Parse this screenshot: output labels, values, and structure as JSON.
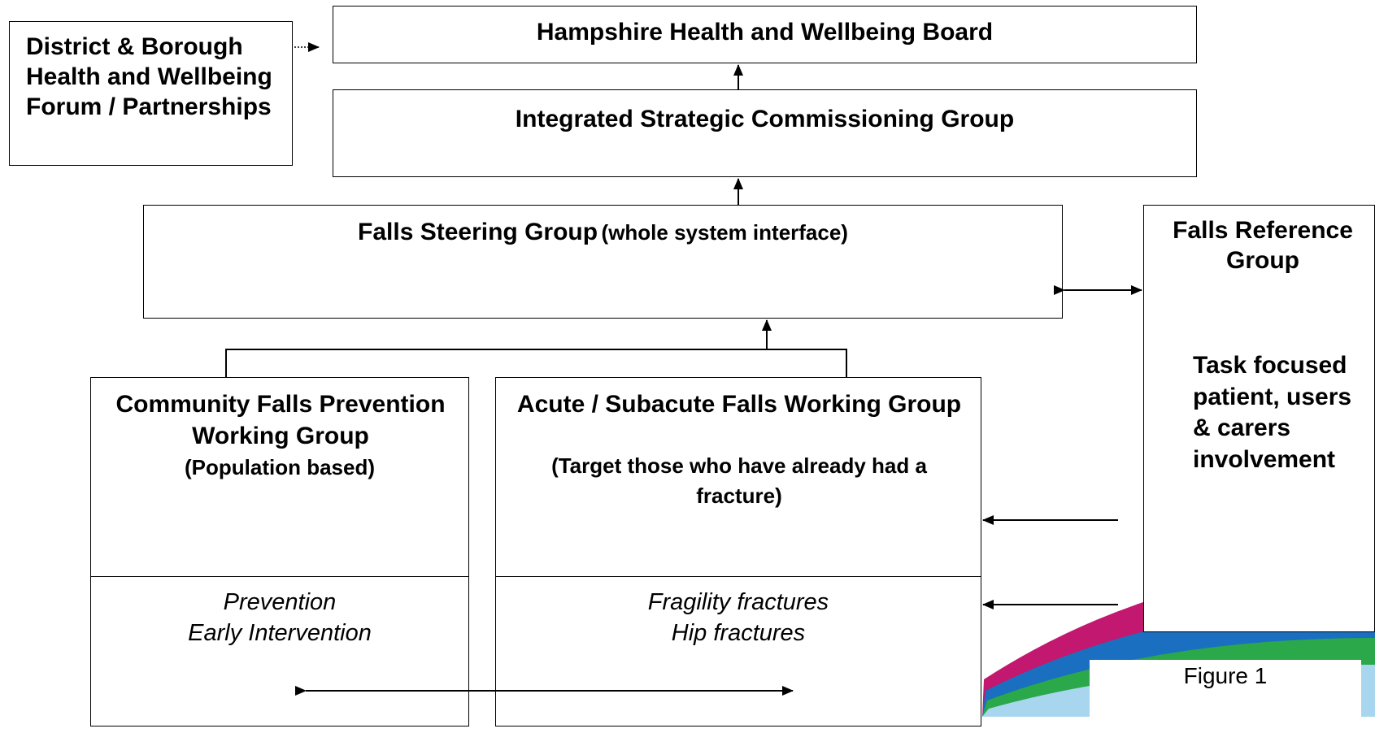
{
  "boxes": {
    "district": {
      "title": "District & Borough Health and Wellbeing Forum / Partnerships"
    },
    "hwb": {
      "title": "Hampshire Health and Wellbeing Board"
    },
    "iscg": {
      "title": "Integrated Strategic Commissioning Group"
    },
    "steering": {
      "title": "Falls Steering Group",
      "subtitle": "(whole system interface)"
    },
    "reference": {
      "title": "Falls Reference Group",
      "body": "Task focused patient, users & carers involvement"
    },
    "community": {
      "title": "Community Falls Prevention Working Group",
      "subtitle": "(Population based)",
      "focus": [
        "Prevention",
        "Early Intervention"
      ]
    },
    "acute": {
      "title": "Acute / Subacute Falls Working Group",
      "subtitle": "(Target those who have already had a fracture)",
      "focus": [
        "Fragility fractures",
        "Hip fractures"
      ]
    }
  },
  "caption": "Figure 1",
  "colors": {
    "magenta": "#c2186f",
    "blue": "#1a6fc0",
    "green": "#2aa84a",
    "lightblue": "#a9d6ef"
  }
}
